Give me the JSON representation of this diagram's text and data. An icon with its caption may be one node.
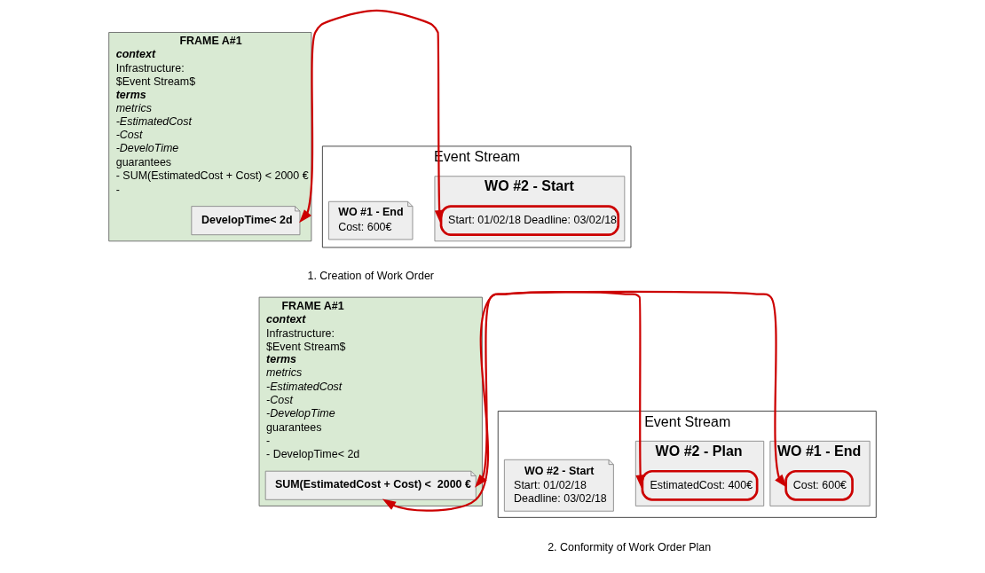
{
  "diagram": {
    "nodes": [
      {
        "text": [
          "FRAME A#1",
          "context",
          "Infrastructure:",
          "$Event Stream$",
          "terms",
          "metrics",
          "-EstimatedCost",
          "-Cost",
          "-DeveloTime",
          "guarantees",
          "- SUM(EstimatedCost + Cost) < 2000 €",
          "-"
        ]
      },
      {
        "text": [
          "DevelopTime< 2d"
        ],
        "in": 0
      },
      {
        "text": [
          "Event Stream"
        ]
      },
      {
        "text": [
          "WO #1 - End",
          "Cost: 600€"
        ],
        "in": 2
      },
      {
        "text": [
          "WO #2 - Start"
        ],
        "in": 2
      },
      {
        "text": [
          "Start: 01/02/18 Deadline: 03/02/18"
        ],
        "in": 4
      },
      {
        "text": [
          "FRAME A#1",
          "context",
          "Infrastructure:",
          "$Event Stream$",
          "terms",
          "metrics",
          "-EstimatedCost",
          "-Cost",
          "-DevelopTime",
          "guarantees",
          "-",
          "- DevelopTime< 2d"
        ]
      },
      {
        "text": [
          "SUM(EstimatedCost + Cost) <  2000 €"
        ],
        "in": 6
      },
      {
        "text": [
          "Event Stream"
        ]
      },
      {
        "text": [
          "WO #1 - End"
        ],
        "in": 8
      },
      {
        "text": [
          "Cost: 600€"
        ],
        "in": 9
      },
      {
        "text": [
          "WO #2 - Start",
          "Start: 01/02/18",
          "Deadline: 03/02/18"
        ],
        "in": 8
      },
      {
        "text": [
          "WO #2 - Plan"
        ],
        "in": 8
      },
      {
        "text": [
          "EstimatedCost: 400€"
        ],
        "in": 12
      }
    ],
    "edges": [
      {
        "from": 1,
        "to": 5,
        "arrow": "both"
      },
      {
        "from": 7,
        "to": 10,
        "arrow": "both"
      },
      {
        "from": 7,
        "to": 13,
        "arrow": "both"
      }
    ],
    "labels": [
      "1. Creation of Work Order",
      "2. Conformity of Work Order Plan"
    ]
  }
}
